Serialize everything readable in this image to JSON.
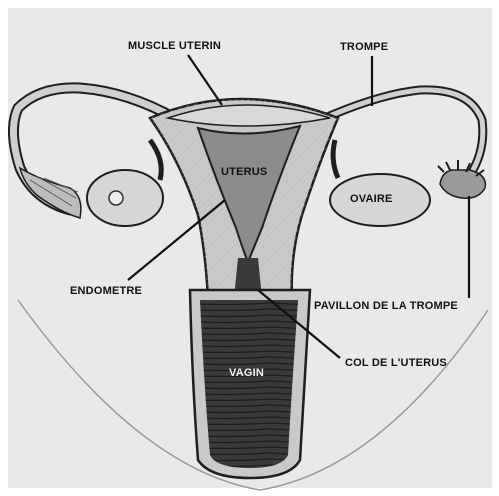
{
  "labels": {
    "muscle_uterin": "MUSCLE UTERIN",
    "trompe": "TROMPE",
    "uterus": "UTERUS",
    "ovaire": "OVAIRE",
    "endometre": "ENDOMETRE",
    "pavillon": "PAVILLON DE LA TROMPE",
    "col": "COL DE L'UTERUS",
    "vagin": "VAGIN"
  },
  "colors": {
    "paper": "#e9e9e9",
    "tissue": "#c9c9c9",
    "cavity": "#8c8c8c",
    "vagina_inner": "#3a3a3a",
    "outline": "#1e1e1e"
  }
}
